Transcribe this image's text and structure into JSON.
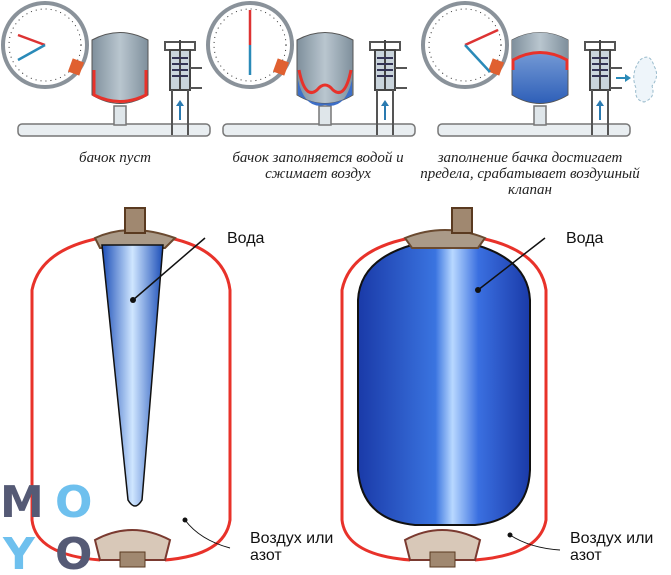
{
  "top_panels": [
    {
      "caption": "бачок пуст"
    },
    {
      "caption": "бачок заполняется водой и сжимает воздух"
    },
    {
      "caption": "заполнение бачка достигает предела, срабатывает воздушный клапан"
    }
  ],
  "tanks": [
    {
      "water_label": "Вода",
      "air_label": "Воздух или азот"
    },
    {
      "water_label": "Вода",
      "air_label": "Воздух или азот"
    }
  ],
  "logo": {
    "letters": [
      "M",
      "O",
      "Y",
      "O"
    ],
    "colors": {
      "dark": "#555a75",
      "light": "#6ec0ee"
    }
  },
  "colors": {
    "shell": "#e8322a",
    "water": "#2f5fc8",
    "tank_gray": "#9aa9b4"
  }
}
